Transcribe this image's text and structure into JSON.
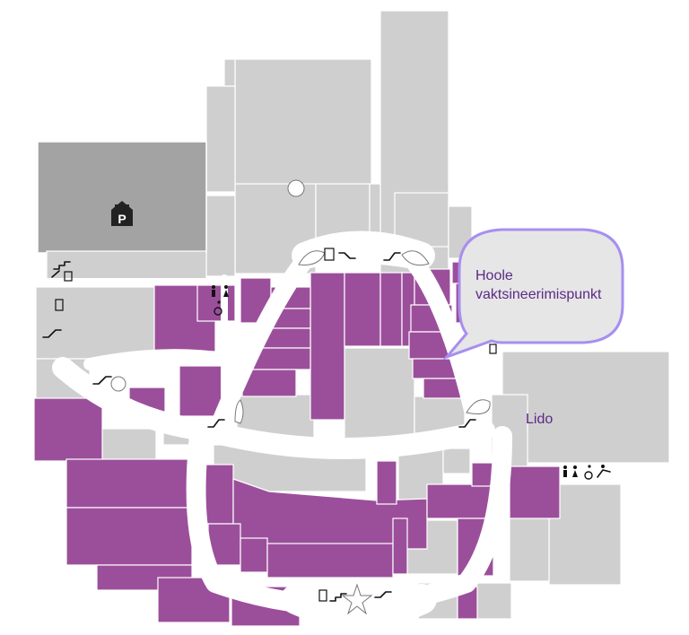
{
  "callout": {
    "line1": "Hoole",
    "line2": "vaktsineerimispunkt"
  },
  "labels": {
    "lido": "Lido"
  },
  "colors": {
    "highlight_store": "#9b4f9b",
    "regular_store": "#cfcfcf",
    "parking": "#a3a3a3",
    "corridor": "#ffffff",
    "callout_fill": "#e6e6e6",
    "callout_border": "#a88ef0",
    "text_accent": "#5b2a86"
  },
  "icons": {
    "parking": "parking-icon",
    "elevator": "elevator-icon",
    "escalator": "escalator-icon",
    "stairs": "stairs-icon",
    "restroom": "restroom-icon",
    "accessible": "wheelchair-icon",
    "baby_care": "baby-changing-icon"
  }
}
